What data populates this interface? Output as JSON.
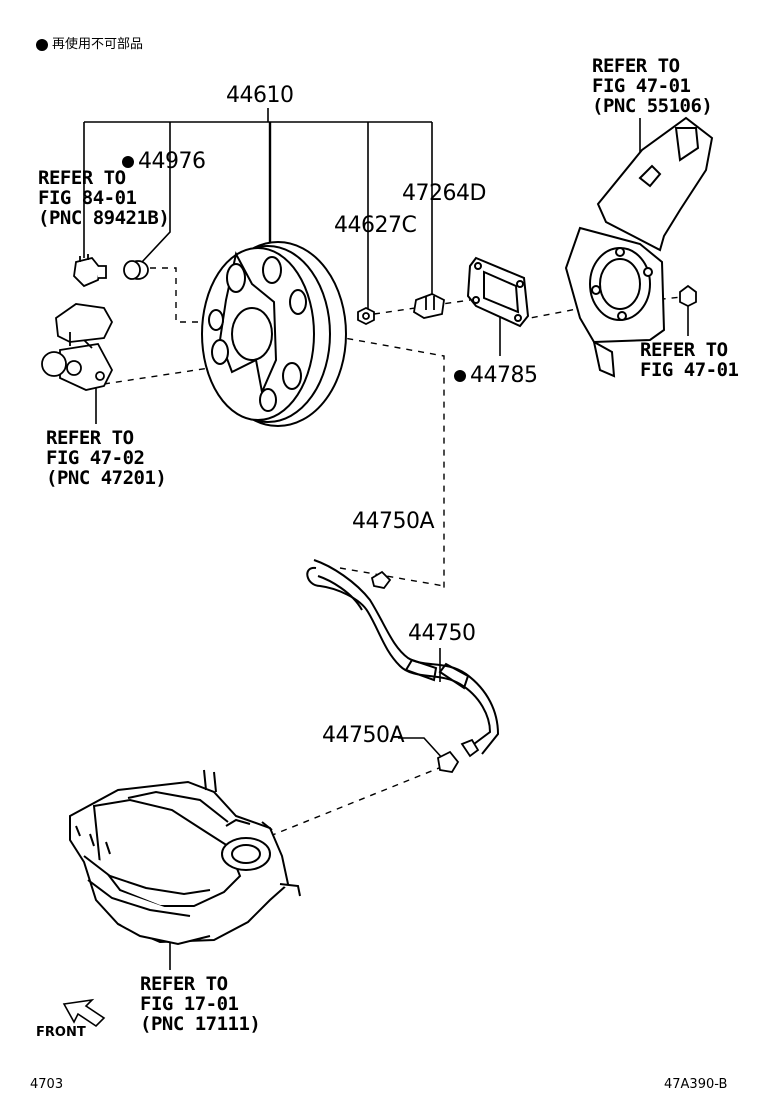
{
  "legend": {
    "text": "再使用不可部品"
  },
  "parts": {
    "p44610": "44610",
    "p44976": "44976",
    "p47264d": "47264D",
    "p44627c": "44627C",
    "p44785": "44785",
    "p44750a_top": "44750A",
    "p44750": "44750",
    "p44750a_bottom": "44750A"
  },
  "refs": {
    "ref_84_01": {
      "l1": "REFER TO",
      "l2": "FIG 84-01",
      "l3": "(PNC 89421B)"
    },
    "ref_47_02": {
      "l1": "REFER TO",
      "l2": "FIG 47-02",
      "l3": "(PNC 47201)"
    },
    "ref_47_01_top": {
      "l1": "REFER TO",
      "l2": "FIG 47-01",
      "l3": "(PNC 55106)"
    },
    "ref_47_01_right": {
      "l1": "REFER TO",
      "l2": "FIG 47-01"
    },
    "ref_17_01": {
      "l1": "REFER TO",
      "l2": "FIG 17-01",
      "l3": "(PNC 17111)"
    }
  },
  "front_label": "FRONT",
  "footer": {
    "left": "4703",
    "right": "47A390-B"
  }
}
